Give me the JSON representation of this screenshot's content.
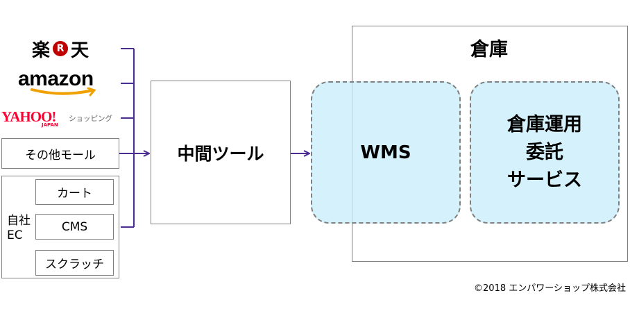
{
  "sources": {
    "rakuten": {
      "left": "楽",
      "mark": "R",
      "right": "天"
    },
    "amazon": {
      "text": "amazon"
    },
    "yahoo": {
      "logo": "YAHOO!",
      "sub": "JAPAN",
      "shopping": "ショッピング"
    },
    "other_malls": "その他モール",
    "self_ec": {
      "label_line1": "自社",
      "label_line2": "EC",
      "items": [
        "カート",
        "CMS",
        "スクラッチ"
      ]
    }
  },
  "middleware": {
    "label": "中間ツール"
  },
  "warehouse": {
    "title": "倉庫",
    "wms": "WMS",
    "outsourcing": {
      "line1": "倉庫運用",
      "line2": "委託",
      "line3": "サービス"
    }
  },
  "copyright": "©2018 エンパワーショップ株式会社",
  "colors": {
    "connector": "#4b2c91",
    "wms_fill": "#c7ecfa",
    "amazon_smile": "#f0a000",
    "rakuten_red": "#bf0000",
    "yahoo_red": "#ff0033"
  }
}
